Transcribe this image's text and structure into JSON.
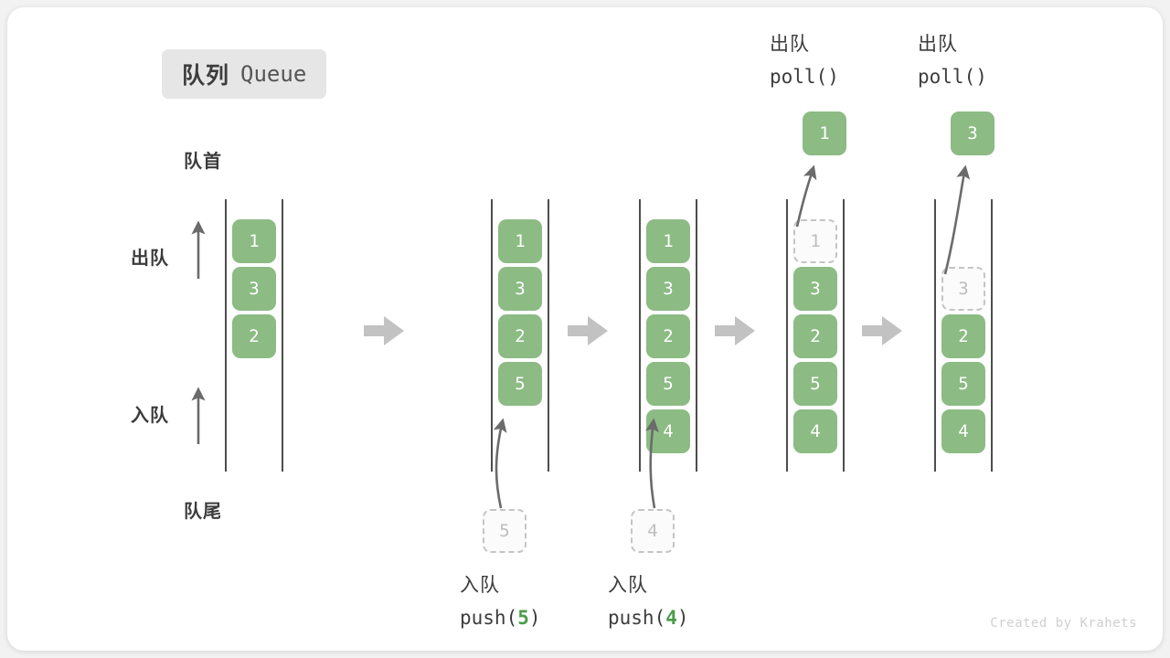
{
  "title": {
    "cn": "队列",
    "en": "Queue"
  },
  "labels": {
    "head": "队首",
    "tail": "队尾",
    "dequeue_side": "出队",
    "enqueue_side": "入队"
  },
  "colors": {
    "cell_fill": "#8cbb84",
    "cell_text": "#ffffff",
    "ghost_border": "#c4c4c4",
    "ghost_text": "#bdbdbd",
    "rail": "#4d4d4d",
    "arrow": "#6b6b6b",
    "step_arrow": "#c2c2c2",
    "badge_bg": "#e6e6e6",
    "accent_green": "#4a9c4a",
    "text_dark": "#3c3c3c",
    "watermark": "#cfcfcf"
  },
  "steps": [
    {
      "id": "initial",
      "cells": [
        "1",
        "3",
        "2"
      ],
      "ghost_bottom": null,
      "ghost_in_slot": null,
      "popped": null,
      "top_label": null,
      "bottom_label": null
    },
    {
      "id": "push-5",
      "cells": [
        "1",
        "3",
        "2",
        "5"
      ],
      "ghost_bottom": "5",
      "ghost_in_slot": null,
      "popped": null,
      "top_label": null,
      "bottom_label": {
        "cn": "入队",
        "fn": "push(",
        "arg": "5",
        "close": ")"
      }
    },
    {
      "id": "push-4",
      "cells": [
        "1",
        "3",
        "2",
        "5",
        "4"
      ],
      "ghost_bottom": "4",
      "ghost_in_slot": null,
      "popped": null,
      "top_label": null,
      "bottom_label": {
        "cn": "入队",
        "fn": "push(",
        "arg": "4",
        "close": ")"
      }
    },
    {
      "id": "poll-1",
      "cells": [
        "3",
        "2",
        "5",
        "4"
      ],
      "ghost_bottom": null,
      "ghost_in_slot": {
        "value": "1",
        "slot": 0
      },
      "popped": "1",
      "top_label": {
        "cn": "出队",
        "fn": "poll(",
        "arg": "",
        "close": ")"
      },
      "bottom_label": null
    },
    {
      "id": "poll-3",
      "cells": [
        "2",
        "5",
        "4"
      ],
      "ghost_bottom": null,
      "ghost_in_slot": {
        "value": "3",
        "slot": 1
      },
      "popped": "3",
      "top_label": {
        "cn": "出队",
        "fn": "poll(",
        "arg": "",
        "close": ")"
      },
      "bottom_label": null
    }
  ],
  "watermark": "Created by Krahets"
}
